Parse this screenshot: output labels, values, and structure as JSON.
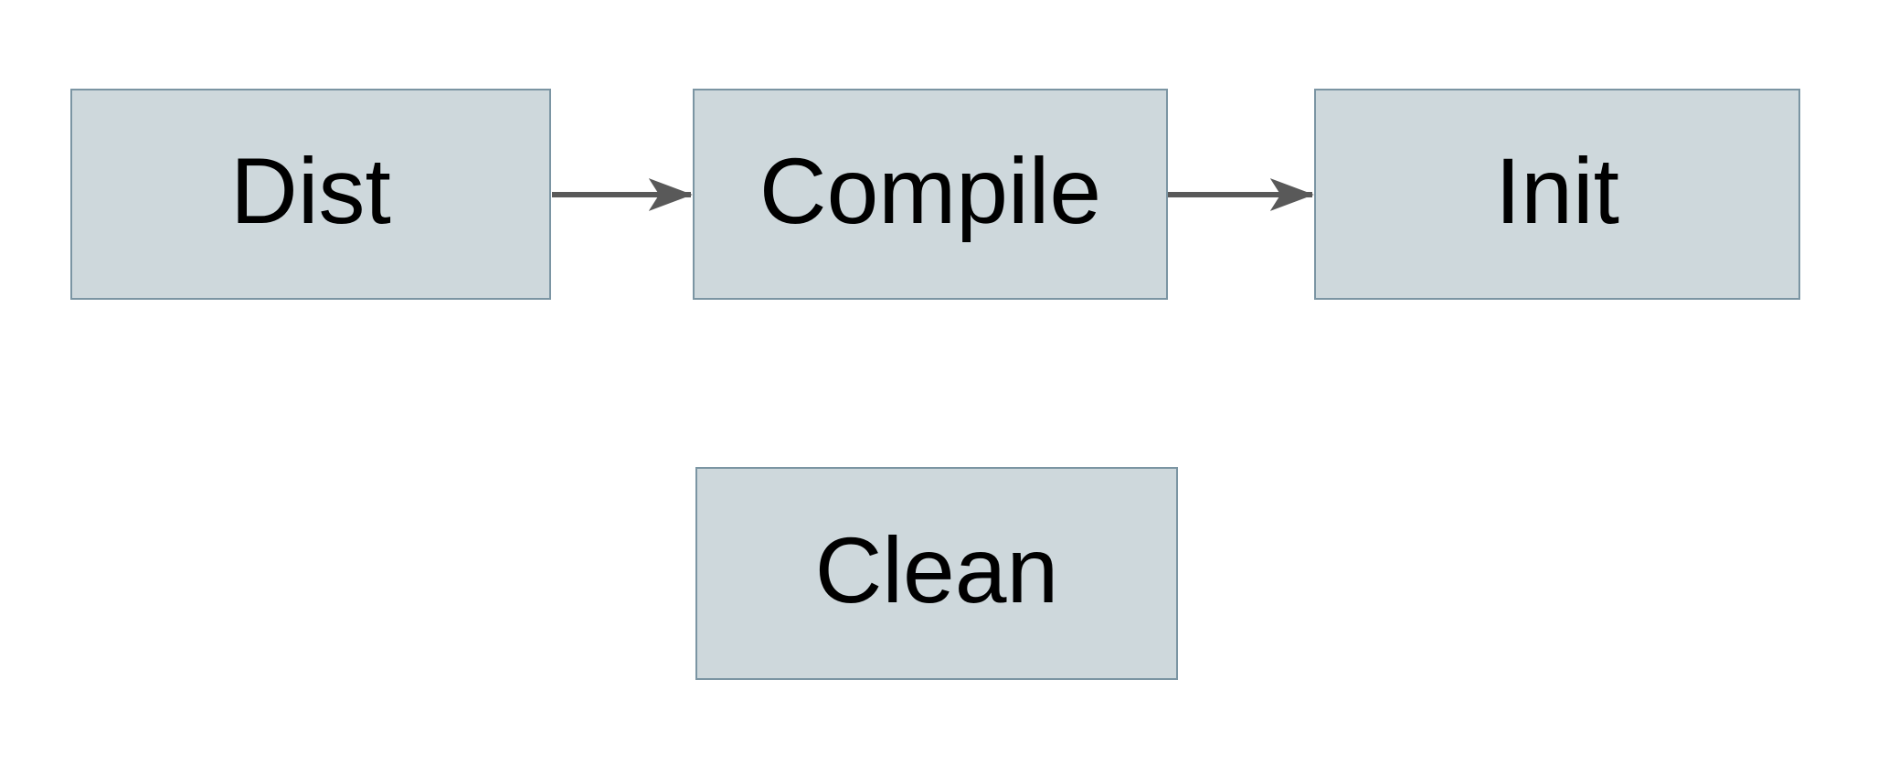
{
  "diagram": {
    "colors": {
      "background": "#ffffff",
      "node_fill": "#ced8dc",
      "node_border": "#7b95a3",
      "arrow_color": "#595959",
      "text_color": "#000000"
    },
    "nodes": [
      {
        "id": "dist",
        "label": "Dist"
      },
      {
        "id": "compile",
        "label": "Compile"
      },
      {
        "id": "init",
        "label": "Init"
      },
      {
        "id": "clean",
        "label": "Clean"
      }
    ],
    "edges": [
      {
        "from": "dist",
        "to": "compile"
      },
      {
        "from": "compile",
        "to": "init"
      }
    ]
  }
}
